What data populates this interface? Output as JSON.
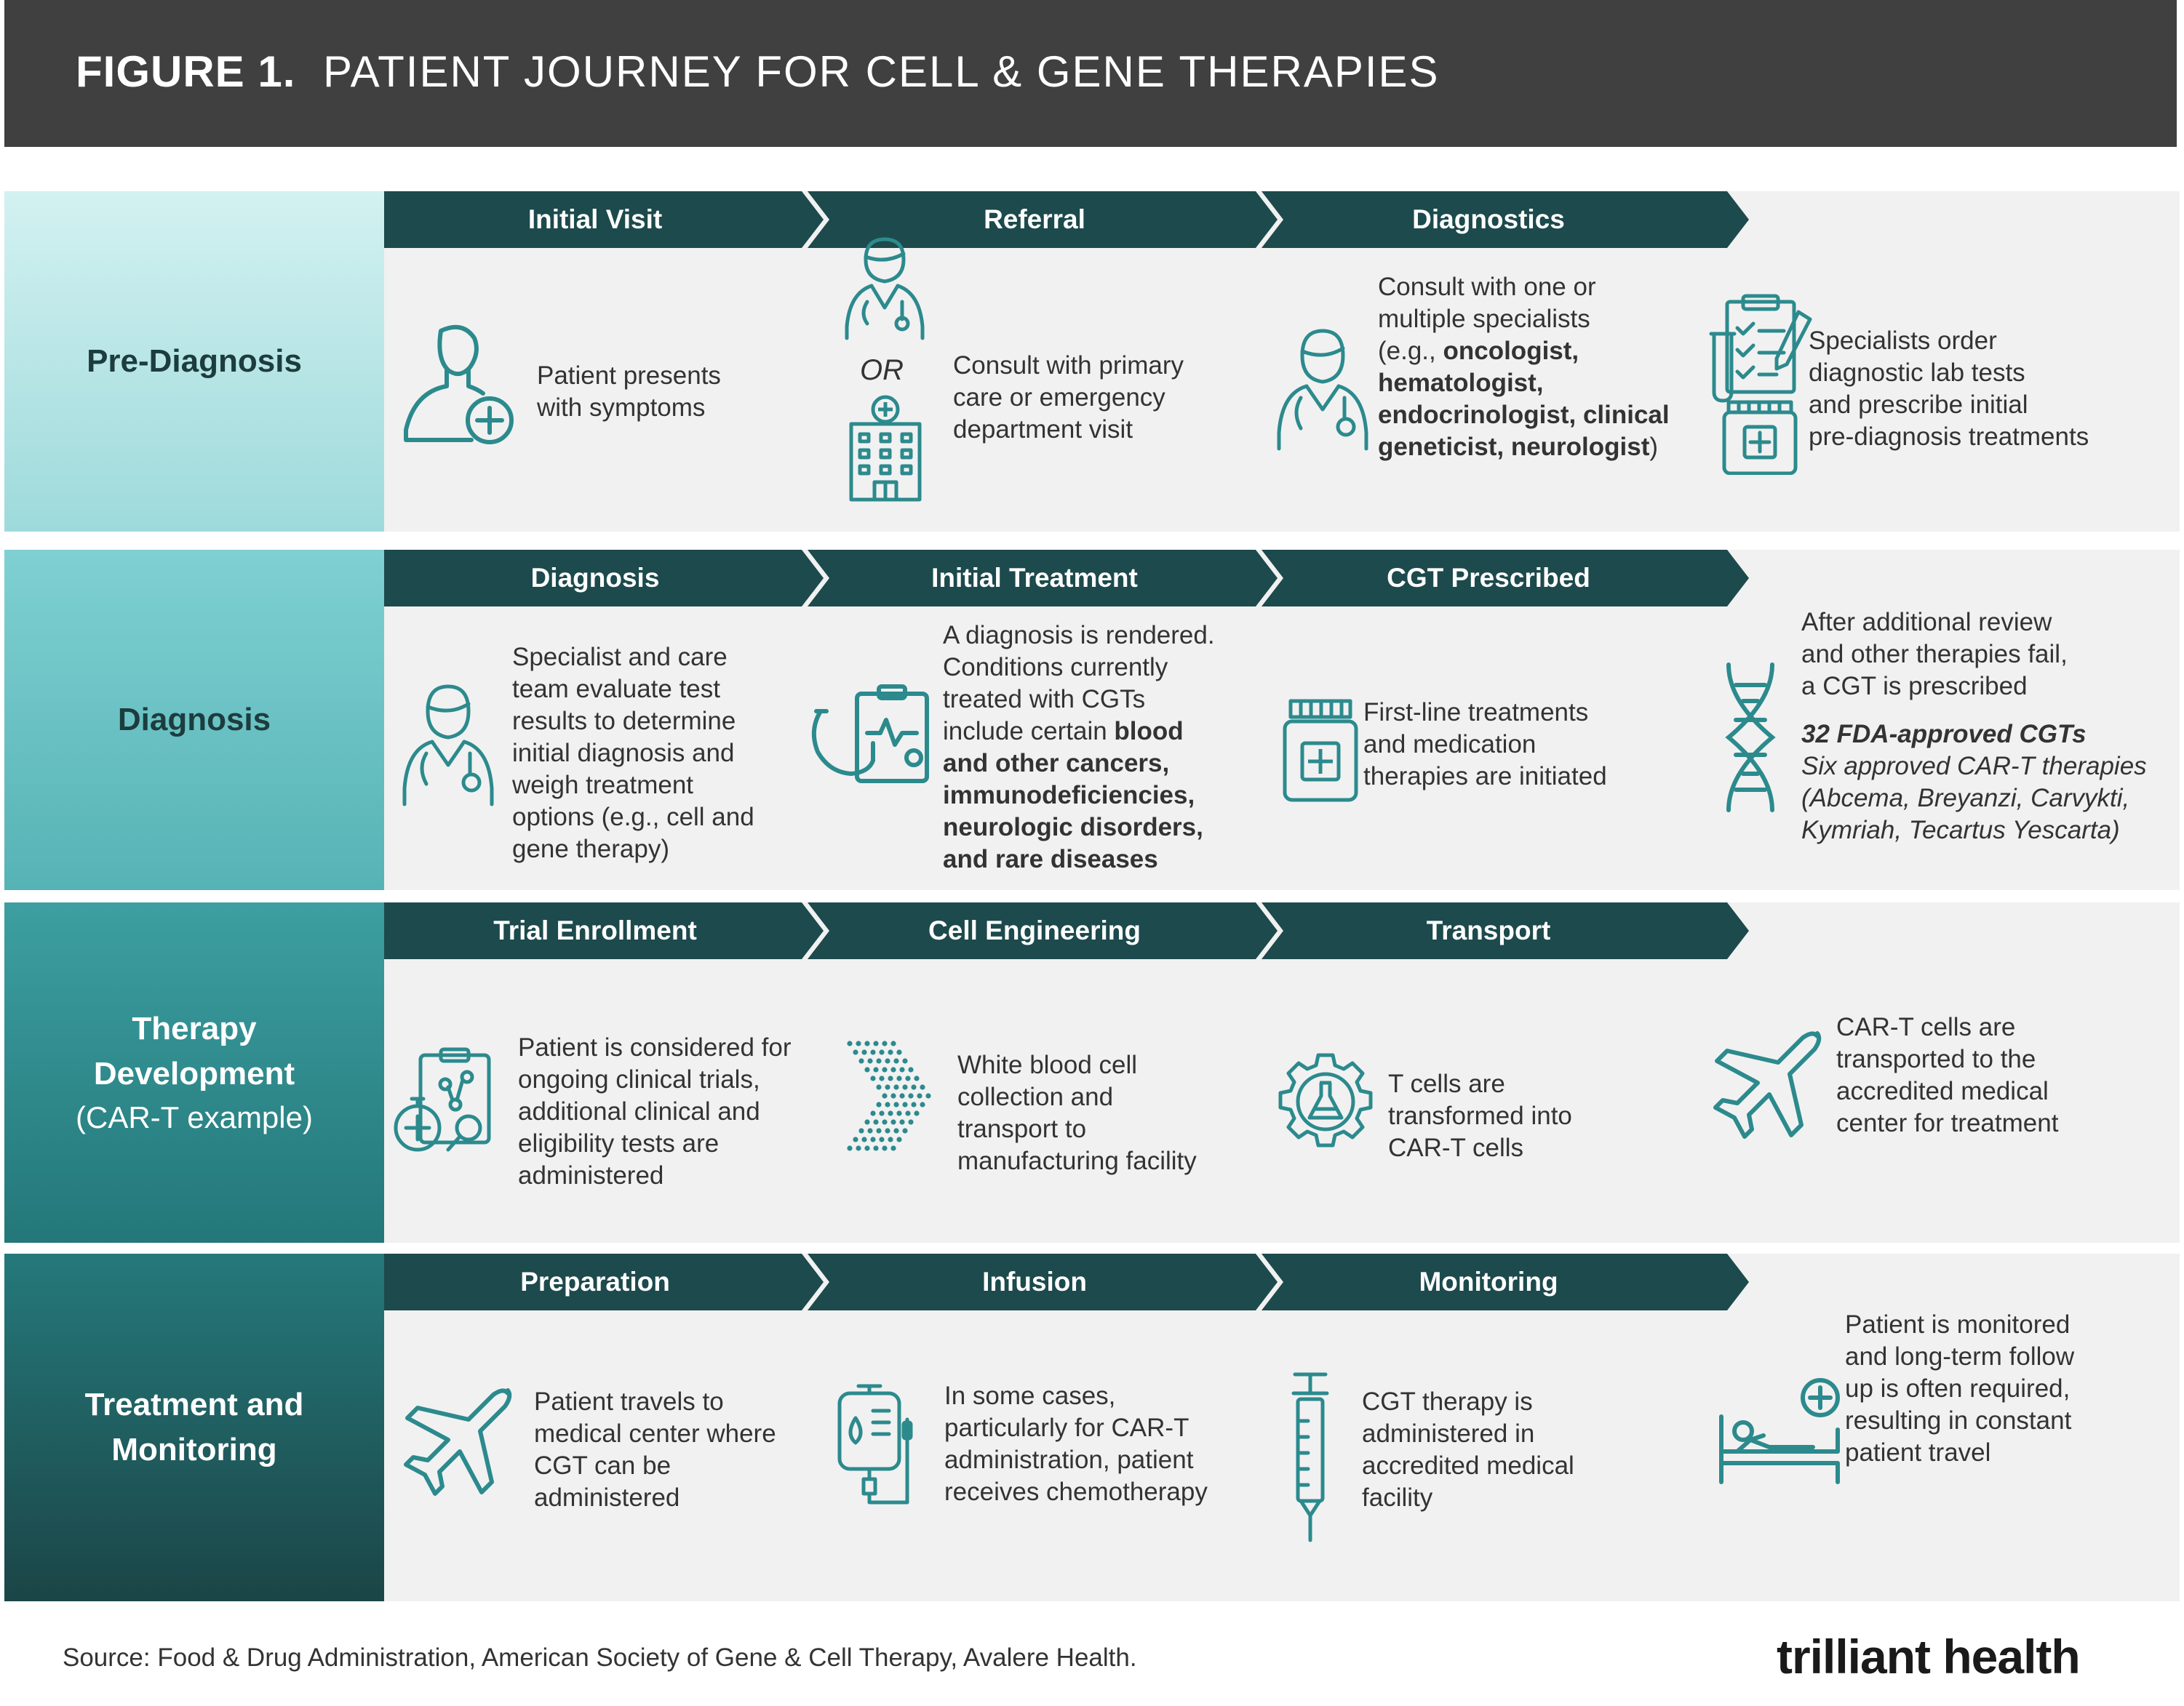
{
  "header": {
    "figure_number": "FIGURE 1.",
    "title": "PATIENT JOURNEY FOR CELL & GENE THERAPIES"
  },
  "colors": {
    "header_bg": "#404040",
    "chevron": "#1d4a4c",
    "icon_stroke": "#2c8a8d",
    "row_bg": "#f1f1f1"
  },
  "rows": [
    {
      "label": "Pre-Diagnosis",
      "sublabel": "",
      "label_color": "#1d3c3e",
      "gradient": [
        "#d3f1f1",
        "#9edadb"
      ],
      "steps": [
        "Initial Visit",
        "Referral",
        "Diagnostics"
      ],
      "cells": [
        {
          "icon": "patient-plus-icon",
          "text": "Patient presents\nwith symptoms"
        },
        {
          "icon": "doctor-or-hospital-icon",
          "or_label": "OR",
          "text": "Consult with primary\ncare or emergency\ndepartment visit"
        },
        {
          "icon": "doctor-stethoscope-icon",
          "text_parts": [
            "Consult with one or\nmultiple specialists\n(e.g., ",
            "oncologist,\nhematologist,\nendocrinologist, clinical\ngeneticist, neurologist",
            ")"
          ]
        },
        {
          "icon": "clipboard-medicine-icon",
          "text": "Specialists order\ndiagnostic lab tests\nand prescribe initial\npre-diagnosis treatments"
        }
      ]
    },
    {
      "label": "Diagnosis",
      "sublabel": "",
      "label_color": "#1d3c3e",
      "gradient": [
        "#7fd0d2",
        "#56b3b5"
      ],
      "steps": [
        "Diagnosis",
        "Initial Treatment",
        "CGT Prescribed"
      ],
      "cells": [
        {
          "icon": "doctor-evaluate-icon",
          "text": "Specialist and care\nteam evaluate test\nresults to determine\ninitial diagnosis and\nweigh treatment\noptions (e.g., cell and\ngene therapy)"
        },
        {
          "icon": "stethoscope-chart-icon",
          "text_parts": [
            "A diagnosis is rendered.\nConditions currently\ntreated with CGTs\ninclude certain ",
            "blood\nand other cancers,\nimmunodeficiencies,\nneurologic disorders,\nand rare diseases",
            ""
          ]
        },
        {
          "icon": "medicine-bottle-icon",
          "text": "First-line treatments\nand medication\ntherapies are initiated"
        },
        {
          "icon": "dna-icon",
          "text": "After additional review\nand other therapies fail,\na CGT is prescribed",
          "bold_italic": "32 FDA-approved CGTs",
          "italic": "Six approved CAR-T therapies\n(Abcema, Breyanzi, Carvykti,\nKymriah, Tecartus Yescarta)"
        }
      ]
    },
    {
      "label": "Therapy\nDevelopment",
      "sublabel": "(CAR-T example)",
      "label_color": "#ffffff",
      "gradient": [
        "#3d9fa1",
        "#237779"
      ],
      "steps": [
        "Trial Enrollment",
        "Cell Engineering",
        "Transport"
      ],
      "cells": [
        {
          "icon": "clinical-trial-icon",
          "text": "Patient is considered for\nongoing clinical trials,\nadditional clinical and\neligibility tests are\nadministered"
        },
        {
          "icon": "dotted-arrow-icon",
          "text": "White blood cell\ncollection and\ntransport to\nmanufacturing facility"
        },
        {
          "icon": "gear-flask-icon",
          "text": "T cells are\ntransformed into\nCAR-T cells"
        },
        {
          "icon": "airplane-icon",
          "text": "CAR-T cells are\ntransported to the\naccredited medical\ncenter for treatment"
        }
      ]
    },
    {
      "label": "Treatment and\nMonitoring",
      "sublabel": "",
      "label_color": "#ffffff",
      "gradient": [
        "#25797b",
        "#1b4547"
      ],
      "steps": [
        "Preparation",
        "Infusion",
        "Monitoring"
      ],
      "cells": [
        {
          "icon": "airplane-icon",
          "text": "Patient travels to\nmedical center where\nCGT can be\nadministered"
        },
        {
          "icon": "iv-bag-icon",
          "text": "In some cases,\nparticularly for CAR-T\nadministration, patient\nreceives chemotherapy"
        },
        {
          "icon": "syringe-icon",
          "text": "CGT therapy is\nadministered in\naccredited medical\nfacility"
        },
        {
          "icon": "hospital-bed-icon",
          "text": "Patient is monitored\nand long-term follow\nup is often required,\nresulting in constant\npatient travel"
        }
      ]
    }
  ],
  "footer": {
    "source": "Source: Food & Drug Administration, American Society of Gene & Cell Therapy, Avalere Health.",
    "logo": "trilliant health"
  }
}
